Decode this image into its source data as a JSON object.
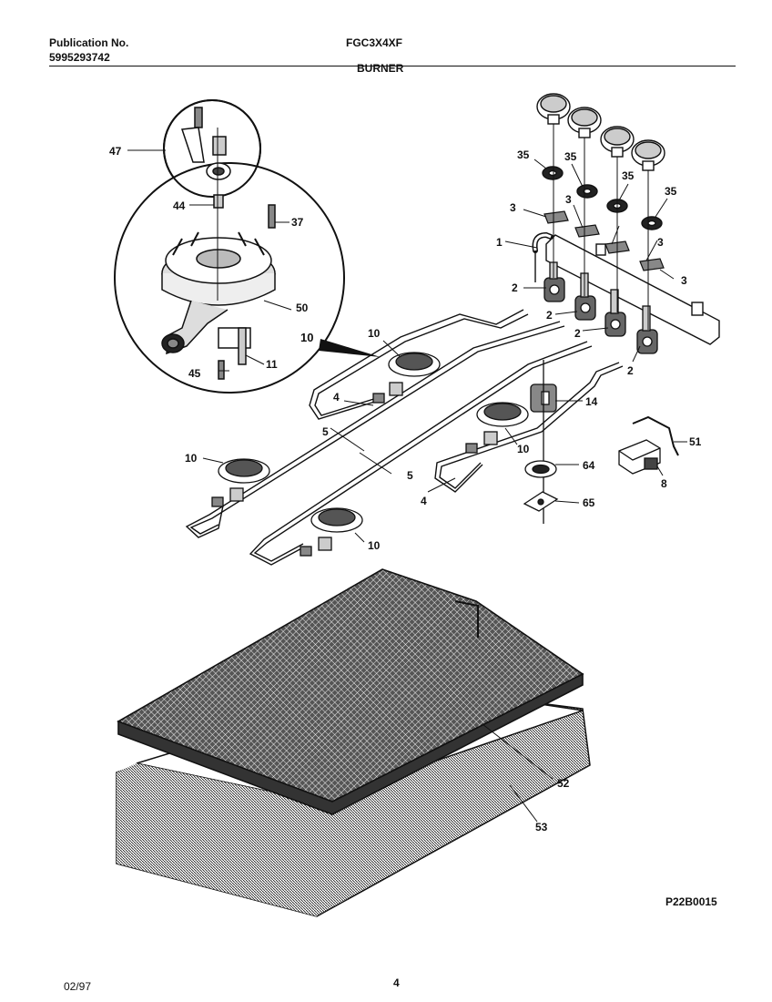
{
  "header": {
    "publication_label": "Publication No.",
    "publication_number": "5995293742",
    "model": "FGC3X4XF",
    "section": "BURNER"
  },
  "footer": {
    "date": "02/97",
    "page": "4",
    "figure_code": "P22B0015"
  },
  "callouts": [
    "47",
    "44",
    "37",
    "50",
    "10",
    "45",
    "11",
    "35",
    "35",
    "35",
    "35",
    "3",
    "3",
    "3",
    "3",
    "1",
    "2",
    "2",
    "2",
    "2",
    "10",
    "4",
    "5",
    "14",
    "10",
    "10",
    "5",
    "64",
    "4",
    "65",
    "10",
    "51",
    "8",
    "52",
    "53"
  ]
}
